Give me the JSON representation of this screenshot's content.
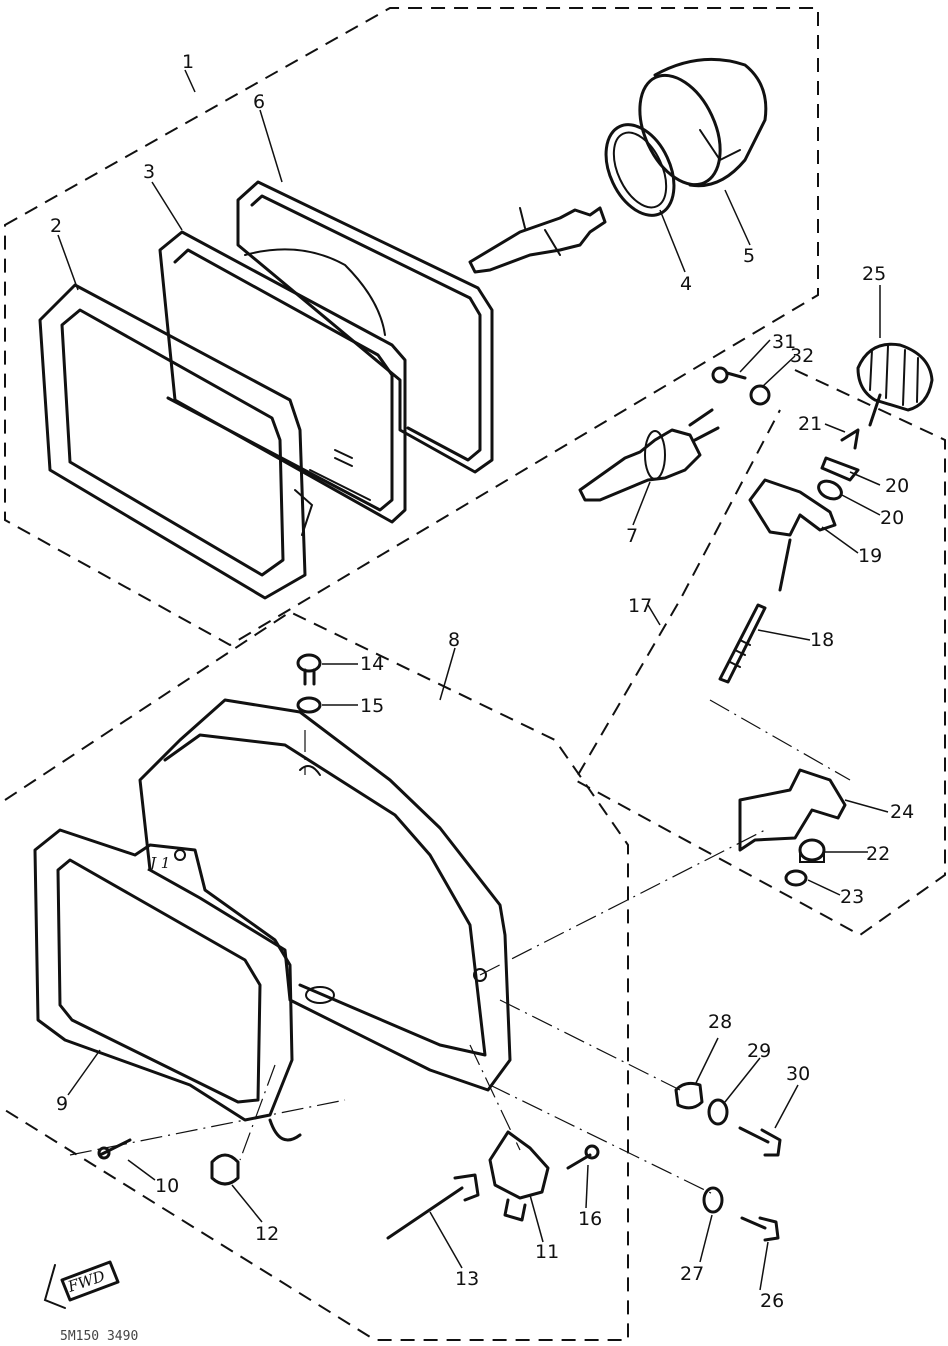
{
  "callouts": {
    "n1": "1",
    "n2": "2",
    "n3": "3",
    "n4": "4",
    "n5": "5",
    "n6": "6",
    "n7": "7",
    "n8": "8",
    "n9": "9",
    "n10": "10",
    "n11": "11",
    "n12": "12",
    "n13": "13",
    "n14": "14",
    "n15": "15",
    "n16": "16",
    "n17": "17",
    "n18": "18",
    "n19": "19",
    "n20a": "20",
    "n20b": "20",
    "n21": "21",
    "n22": "22",
    "n23": "23",
    "n24": "24",
    "n25": "25",
    "n26": "26",
    "n27": "27",
    "n28": "28",
    "n29": "29",
    "n30": "30",
    "n31": "31",
    "n32": "32"
  },
  "fwd_label": "FWD",
  "drawing_code": "5M150 3490"
}
